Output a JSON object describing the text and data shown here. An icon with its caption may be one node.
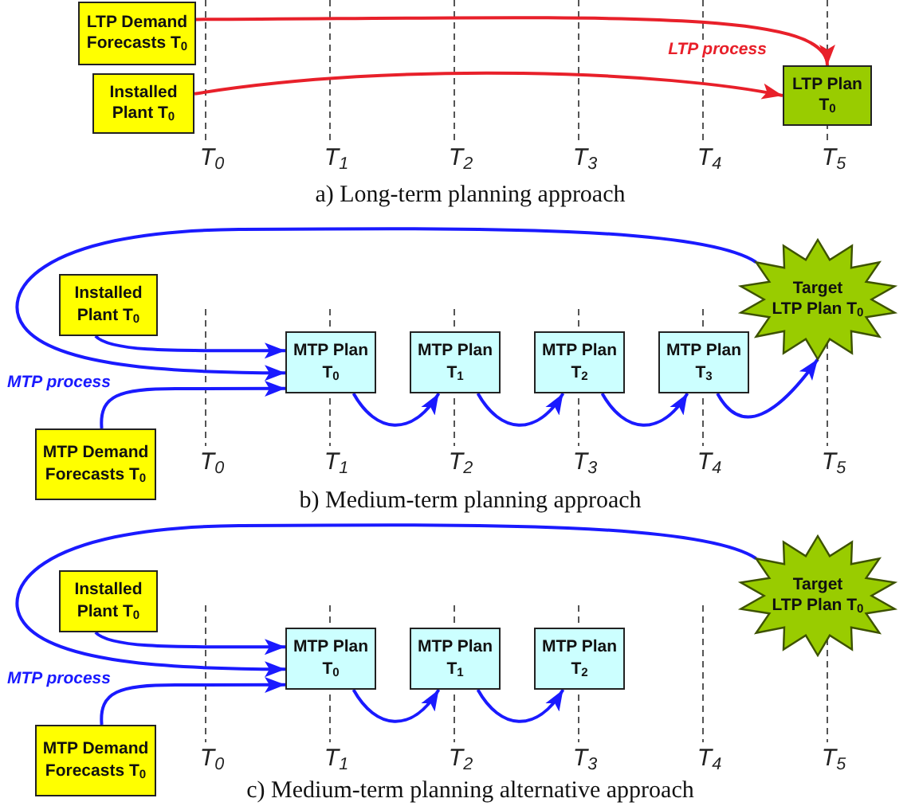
{
  "diagram": {
    "nodes": [
      {
        "text": [
          "LTP Demand Forecasts T$_{0}$"
        ]
      },
      {
        "text": [
          "Installed Plant T$_{0}$"
        ]
      },
      {
        "text": [
          "LTP Plan T$_{0}$"
        ]
      },
      {
        "text": [
          "Installed Plant T$_{0}$"
        ]
      },
      {
        "text": [
          "MTP Demand Forecasts T$_{0}$"
        ]
      },
      {
        "text": [
          "MTP Plan T$_{0}$"
        ]
      },
      {
        "text": [
          "MTP Plan T$_{1}$"
        ]
      },
      {
        "text": [
          "MTP Plan T$_{2}$"
        ]
      },
      {
        "text": [
          "MTP Plan T$_{3}$"
        ]
      },
      {
        "text": [
          "Target LTP Plan T$_{0}$"
        ]
      },
      {
        "text": [
          "Installed Plant T$_{0}$"
        ]
      },
      {
        "text": [
          "MTP Demand Forecasts T$_{0}$"
        ]
      },
      {
        "text": [
          "MTP Plan T$_{0}$"
        ]
      },
      {
        "text": [
          "MTP Plan T$_{1}$"
        ]
      },
      {
        "text": [
          "MTP Plan T$_{2}$"
        ]
      },
      {
        "text": [
          "Target LTP Plan T$_{0}$"
        ]
      }
    ],
    "edges": [
      {
        "from": 0,
        "to": 2,
        "arrow": "to",
        "color": "#e8202a"
      },
      {
        "from": 1,
        "to": 2,
        "arrow": "to",
        "color": "#e8202a"
      },
      {
        "from": 3,
        "to": 5,
        "arrow": "to"
      },
      {
        "from": 9,
        "to": 5,
        "arrow": "to"
      },
      {
        "from": 4,
        "to": 5,
        "arrow": "to"
      },
      {
        "from": 5,
        "to": 6,
        "arrow": "to"
      },
      {
        "from": 6,
        "to": 7,
        "arrow": "to"
      },
      {
        "from": 7,
        "to": 8,
        "arrow": "to"
      },
      {
        "from": 8,
        "to": 9,
        "arrow": "to"
      },
      {
        "from": 10,
        "to": 12,
        "arrow": "to"
      },
      {
        "from": 15,
        "to": 12,
        "arrow": "to"
      },
      {
        "from": 11,
        "to": 12,
        "arrow": "to"
      },
      {
        "from": 12,
        "to": 13,
        "arrow": "to"
      },
      {
        "from": 13,
        "to": 14,
        "arrow": "to"
      }
    ],
    "labels": [
      "LTP process",
      "T$_{0}$",
      "T$_{1}$",
      "T$_{2}$",
      "T$_{3}$",
      "T$_{4}$",
      "T$_{5}$",
      "a) Long-term planning approach",
      "MTP process",
      "T$_{0}$",
      "T$_{1}$",
      "T$_{2}$",
      "T$_{3}$",
      "T$_{4}$",
      "T$_{5}$",
      "b) Medium-term planning approach",
      "MTP process",
      "T$_{0}$",
      "T$_{1}$",
      "T$_{2}$",
      "T$_{3}$",
      "T$_{4}$",
      "T$_{5}$",
      "c) Medium-term planning alternative approach"
    ]
  }
}
